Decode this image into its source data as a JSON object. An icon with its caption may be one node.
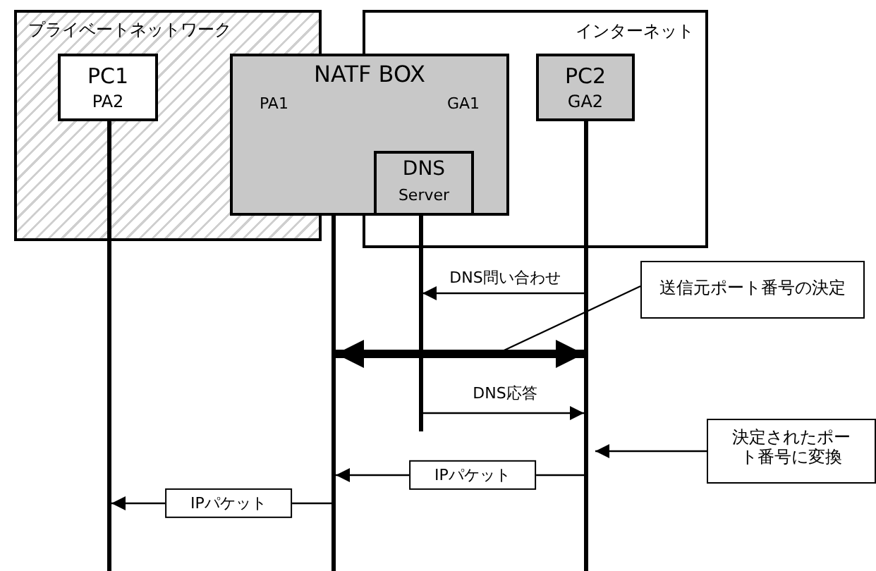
{
  "diagram": {
    "nodes": [
      {
        "text": [
          "プライベートネットワーク"
        ]
      },
      {
        "text": [
          "PC1",
          "PA2"
        ],
        "in": 0
      },
      {
        "text": [
          "インターネット"
        ]
      },
      {
        "text": [
          "NATF BOX",
          "PA1",
          "GA1"
        ]
      },
      {
        "text": [
          "DNS",
          "Server"
        ]
      },
      {
        "text": [
          "PC2",
          "GA2"
        ],
        "in": 2
      },
      {
        "text": [],
        "shape": "bar"
      },
      {
        "text": [],
        "shape": "bar"
      },
      {
        "text": [],
        "shape": "bar"
      },
      {
        "text": [],
        "shape": "bar"
      },
      {
        "text": [
          "送信元ポート番号の決定"
        ]
      },
      {
        "text": [
          "決定されたポート番号に変換"
        ]
      }
    ],
    "edges": [
      {
        "from": 9,
        "to": 8,
        "arrow": "to",
        "label": "DNS問い合わせ"
      },
      {
        "from": 7,
        "to": 9,
        "arrow": "both",
        "style": "thick"
      },
      {
        "from": 10,
        "to": null,
        "arrow": "none"
      },
      {
        "from": 8,
        "to": 9,
        "arrow": "to",
        "label": "DNS応答"
      },
      {
        "from": 11,
        "to": 9,
        "arrow": "to"
      },
      {
        "from": 9,
        "to": 7,
        "arrow": "to",
        "label": "IPパケット"
      },
      {
        "from": 7,
        "to": 6,
        "arrow": "to",
        "label": "IPパケット"
      }
    ]
  }
}
